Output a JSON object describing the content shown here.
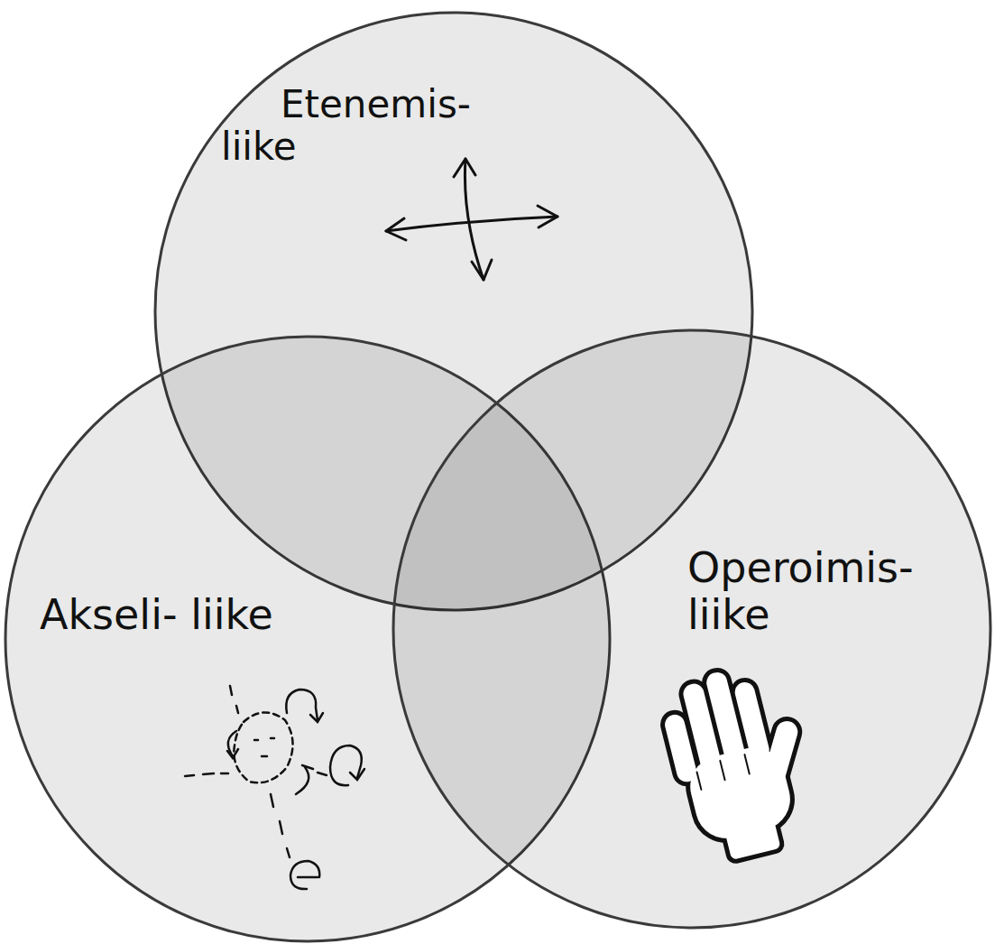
{
  "diagram": {
    "nodes": [
      {
        "text": [
          "Etenemis- liike"
        ]
      },
      {
        "text": [
          "Akseli- liike"
        ]
      },
      {
        "text": [
          "Operoimis- liike"
        ]
      }
    ]
  }
}
